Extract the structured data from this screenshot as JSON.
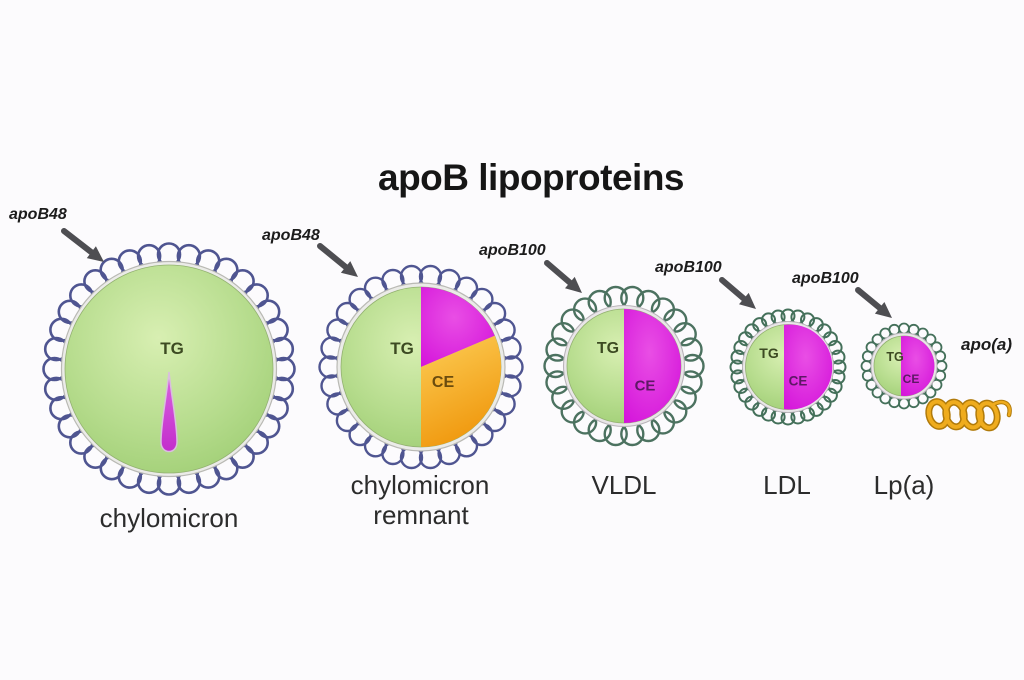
{
  "title": "apoB lipoproteins",
  "particles": [
    {
      "name": "chylomicron",
      "apo": "apoB48",
      "tg": "TG"
    },
    {
      "name_line1": "chylomicron",
      "name_line2": "remnant",
      "apo": "apoB48",
      "tg": "TG",
      "ce": "CE"
    },
    {
      "name": "VLDL",
      "apo": "apoB100",
      "tg": "TG",
      "ce": "CE"
    },
    {
      "name": "LDL",
      "apo": "apoB100",
      "tg": "TG",
      "ce": "CE"
    },
    {
      "name": "Lp(a)",
      "apo": "apoB100",
      "tg": "TG",
      "ce": "CE",
      "attachment": "apo(a)"
    }
  ],
  "colors": {
    "background": "#fcfbfd",
    "triglyceride_core_green": "#b6dc8d",
    "cholesteryl_ester_magenta": "#d81bdc",
    "cholesteryl_ester_orange": "#f5a81e",
    "membrane_ring_blue": "#4f5591",
    "membrane_ring_green": "#4c7260",
    "droplet_magenta": "#cb3fd3",
    "apo_a_tail_gold": "#efac1e",
    "arrow_gray": "#4e4e52"
  }
}
